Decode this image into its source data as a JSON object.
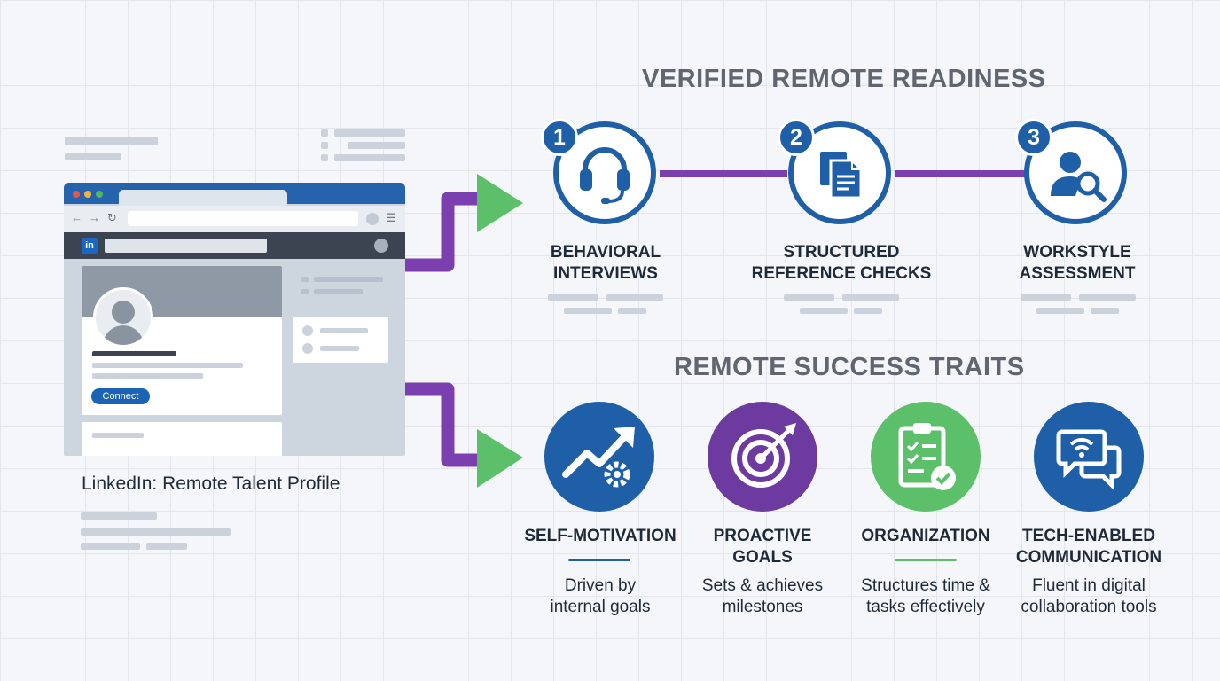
{
  "browser": {
    "linkedin_logo": "in",
    "connect_label": "Connect"
  },
  "caption": "LinkedIn: Remote Talent Profile",
  "readiness": {
    "heading": "VERIFIED REMOTE READINESS",
    "steps": [
      {
        "number": "1",
        "icon": "headset-icon",
        "label": "BEHAVIORAL\nINTERVIEWS"
      },
      {
        "number": "2",
        "icon": "documents-icon",
        "label": "STRUCTURED\nREFERENCE CHECKS"
      },
      {
        "number": "3",
        "icon": "user-search-icon",
        "label": "WORKSTYLE\nASSESSMENT"
      }
    ]
  },
  "traits": {
    "heading": "REMOTE SUCCESS TRAITS",
    "items": [
      {
        "icon": "growth-chart-gear-icon",
        "title": "SELF-MOTIVATION",
        "description": "Driven by\ninternal goals",
        "color": "#1f5fa7"
      },
      {
        "icon": "target-arrow-icon",
        "title": "PROACTIVE\nGOALS",
        "description": "Sets & achieves\nmilestones",
        "color": "#6d3ba0"
      },
      {
        "icon": "clipboard-check-icon",
        "title": "ORGANIZATION",
        "description": "Structures time &\ntasks effectively",
        "color": "#5cbf6a"
      },
      {
        "icon": "chat-wifi-icon",
        "title": "TECH-ENABLED\nCOMMUNICATION",
        "description": "Fluent in digital\ncollaboration tools",
        "color": "#1f5fa7"
      }
    ]
  },
  "colors": {
    "blue": "#1f5fa7",
    "purple": "#7b3fb0",
    "green": "#5cbf6a"
  }
}
